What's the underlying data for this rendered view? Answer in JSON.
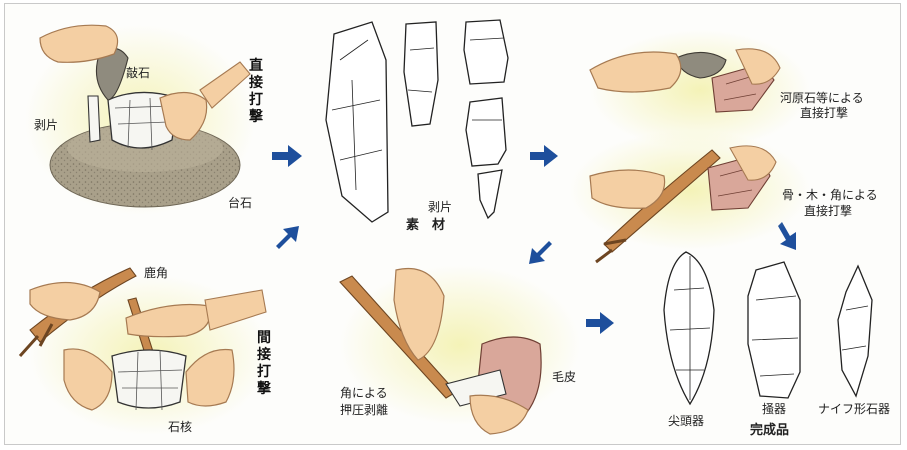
{
  "labels": {
    "tataki_ishi": "敲石",
    "hakuhen_left": "剥片",
    "daiishi": "台石",
    "rokaku": "鹿角",
    "sekikaku": "石核",
    "hakuhen_mid": "剥片",
    "sozai": "素　材",
    "kawara": "河原石等による",
    "kawara2": "直接打撃",
    "hone": "骨・木・角による",
    "hone2": "直接打撃",
    "tsuno": "角による",
    "tsuno2": "押圧剥離",
    "kegawa": "毛皮",
    "sentouki": "尖頭器",
    "soki": "掻器",
    "naifu": "ナイフ形石器",
    "kanseihin": "完成品"
  },
  "vertical_labels": {
    "direct": "直接打撃",
    "indirect": "間接打撃"
  },
  "colors": {
    "arrow": "#1e4f9c",
    "skin": "#f4cfa3",
    "skin_line": "#a67a52",
    "stone": "#b7ad93",
    "antler": "#c98a4e",
    "fur": "#d9a79a",
    "glow": "#f2f0b8"
  }
}
